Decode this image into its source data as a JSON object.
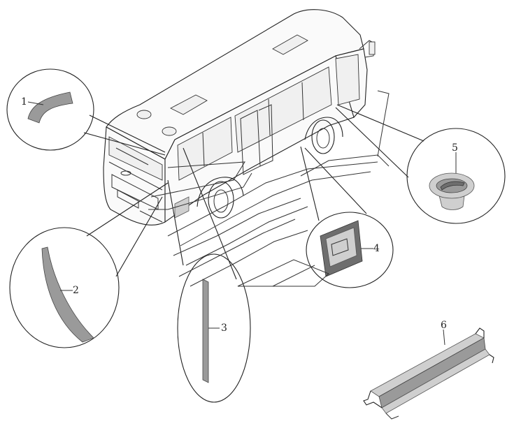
{
  "callouts": [
    {
      "id": "1",
      "text": "1"
    },
    {
      "id": "2",
      "text": "2"
    },
    {
      "id": "3",
      "text": "3"
    },
    {
      "id": "4",
      "text": "4"
    },
    {
      "id": "5",
      "text": "5"
    },
    {
      "id": "6",
      "text": "6"
    }
  ],
  "colors": {
    "line": "#222222",
    "part_fill": "#9a9a9a",
    "part_light": "#cfcfcf",
    "background": "#ffffff"
  },
  "icons": {
    "bus": "bus-illustration",
    "part_1": "wheel-arch-trim-strip",
    "part_2": "corner-trim-panel",
    "part_3": "vertical-trim-strip",
    "part_4": "access-panel-door",
    "part_5": "fuel-filler-cap",
    "part_6": "channel-bracket"
  }
}
